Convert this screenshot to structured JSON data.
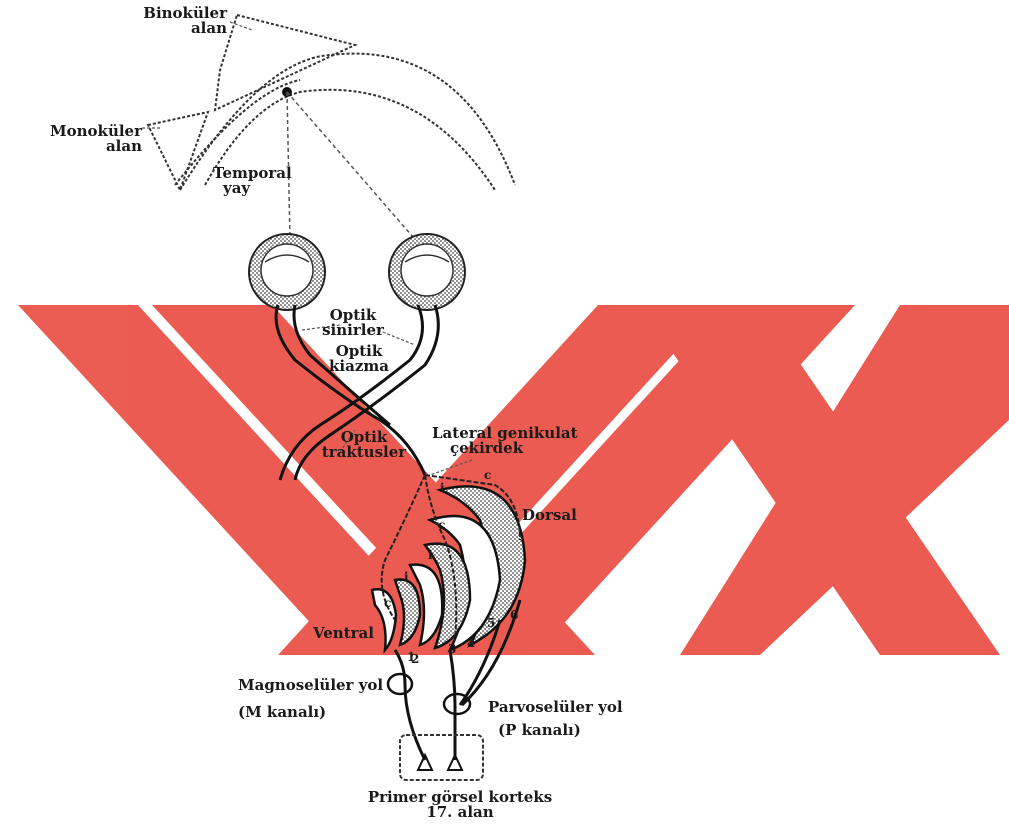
{
  "watermark": {
    "color": "#e8362c"
  },
  "labels": {
    "binocular_1": "Binoküler",
    "binocular_2": "alan",
    "monocular_1": "Monoküler",
    "monocular_2": "alan",
    "temporal_1": "Temporal",
    "temporal_2": "yay",
    "optic_nerves_1": "Optik",
    "optic_nerves_2": "sinirler",
    "optic_chiasm_1": "Optik",
    "optic_chiasm_2": "kiazma",
    "optic_tracts_1": "Optik",
    "optic_tracts_2": "traktusler",
    "lgn_1": "Lateral genikulat",
    "lgn_2": "çekirdek",
    "dorsal": "Dorsal",
    "ventral": "Ventral",
    "magno_1": "Magnoselüler yol",
    "magno_2": "(M kanalı)",
    "parvo_1": "Parvoselüler yol",
    "parvo_2": "(P kanalı)",
    "cortex_1": "Primer görsel korteks",
    "cortex_2": "17. alan"
  },
  "lgn_layer_numbers": [
    "1",
    "2",
    "3",
    "4",
    "5",
    "6"
  ],
  "lgn_layer_marks": [
    "i",
    "c",
    "i",
    "c",
    "i",
    "c"
  ]
}
